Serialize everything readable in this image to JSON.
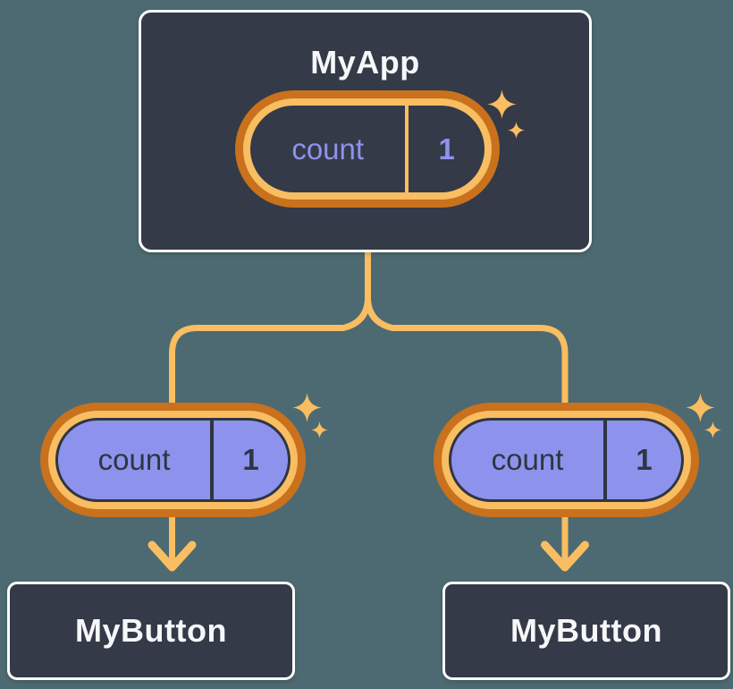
{
  "canvas": {
    "background_color": "#4D6A72"
  },
  "colors": {
    "pageBg": "#4D6A72",
    "cardBg": "#343A47",
    "cardBorder": "#FFFFFF",
    "textLight": "#F6F7F9",
    "orangeDark": "#C9711C",
    "orangeLight": "#F9BD62",
    "lavender": "#8D93ED",
    "darkInk": "#2F3541"
  },
  "tree": {
    "root": {
      "name": "MyApp",
      "state_pill": {
        "label": "count",
        "value": "1"
      }
    },
    "children": [
      {
        "name": "MyButton",
        "prop_pill": {
          "label": "count",
          "value": "1"
        }
      },
      {
        "name": "MyButton",
        "prop_pill": {
          "label": "count",
          "value": "1"
        }
      }
    ]
  },
  "icons": {
    "sparkle": "sparkle-four-point-star",
    "arrow": "arrow-down"
  }
}
